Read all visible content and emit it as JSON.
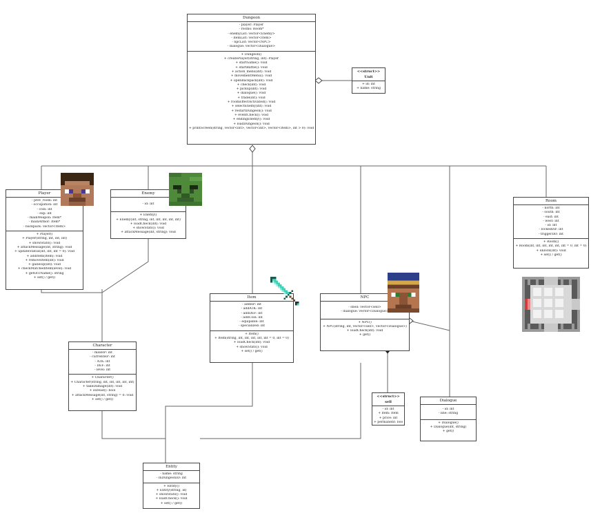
{
  "classes": {
    "dungeon": {
      "name": "Dungeon",
      "attributes": [
        "- player: Player",
        "- rooms: Room*",
        "- enemyList: vector<Enemy>",
        "- itemList: vector<Item>",
        "- npcList: vector<NPC>",
        "- dialogue: vector<Dialogue>"
      ],
      "methods": [
        "+ Dungeon()",
        "+ createPlayer(string, int): Player",
        "+ startGame(): void",
        "+ startBattle(): void",
        "+ action_menu(int): void",
        "+ movementMenu(): void",
        "+ openBackpack(int): void",
        "+ check(int): void",
        "+ pickup(int): void",
        "+ dialogue(): void",
        "+ trade(int): void",
        "+ roomEffectActivated(): void",
        "+ selectEnemy(int): void",
        "+ restartDungeon(): void",
        "+ eventCheck(): void",
        "+ endingEnemy(): void",
        "+ loadDungeon(): void",
        "+ printScreen(string, vector<int>, vector<int>, vector<Item>, int > 0): void"
      ]
    },
    "unit": {
      "stereotype": "<<struct>>",
      "name": "Unit",
      "attributes": [
        "+ id: int",
        "+ name: string"
      ]
    },
    "player": {
      "name": "Player",
      "attributes": [
        "- prev_room: int",
        "- occupation: int",
        "- coin: int",
        "- exp: int",
        "- mainWeapon: Item*",
        "- mainArmor: Item*",
        "- backpack: vector<Item>"
      ],
      "methods": [
        "+ Player()",
        "+ Player(string, int, int, int)",
        "+ showStats(): void",
        "+ attackMessage(int, string): void",
        "+ updateStatus(int, int, int = 0): void",
        "+ addItem(Item): void",
        "+ removeItem(int): void",
        "+ gainExp(int): void",
        "+ checkMatchedItem(level): void",
        "+ getOccName(): string",
        "+ set() / get()"
      ]
    },
    "enemy": {
      "name": "Enemy",
      "attributes": [
        "- id: int"
      ],
      "methods": [
        "+ Enemy()",
        "+ Enemy(int, string, int, int, int, int, int)",
        "+ loadCheck(int): void",
        "+ showStats(): void",
        "+ attackMessage(int, string): void"
      ]
    },
    "room": {
      "name": "Room",
      "attributes": [
        "- north: int",
        "- south: int",
        "- east: int",
        "- west: int",
        "- id: int",
        "- lockedDir: int",
        "- triggerDir: int"
      ],
      "methods": [
        "+ Room()",
        "+ Room(int, int, int, int, int, int = 0, int = 0)",
        "+ unlock(int): void",
        "+ set() / get()"
      ]
    },
    "item": {
      "name": "Item",
      "attributes": [
        "- addHP: int",
        "- addATK: int",
        "- addDEF: int",
        "- addCoin: int",
        "- equipable: int",
        "- specialized: int"
      ],
      "methods": [
        "+ Item()",
        "+ Item(string, int, int, int, int, int = 0, int = 0)",
        "+ loadCheck(int): void",
        "+ showStats(): void",
        "+ set() / get()"
      ]
    },
    "npc": {
      "name": "NPC",
      "attributes": [
        "- shell: vector<sell>",
        "- dialogue: vector<Dialogue>"
      ],
      "methods": [
        "+ NPC()",
        "+ NPC(string, int, vector<sell>, vector<Dialogue>)",
        "+ loadCheck(int): void",
        "+ get()"
      ]
    },
    "character": {
      "name": "Character",
      "attributes": [
        "- maxHP: int",
        "- currentHP: int",
        "- ATK: int",
        "- DEF: int",
        "- level: int"
      ],
      "methods": [
        "+ Character()",
        "+ Character(string, int, int, int, int, int)",
        "+ takeDamage(int): void",
        "+ isDead(): bool",
        "+ attackMessage(int, string) = 0: void",
        "+ set() / get()"
      ]
    },
    "sell": {
      "stereotype": "<<struct>>",
      "name": "sell",
      "attributes": [
        "- id: int",
        "+ item: Item",
        "+ price: int",
        "+ permanent: bool"
      ]
    },
    "dialogue": {
      "name": "Dialogue",
      "attributes": [
        "- id: int",
        "- line: string"
      ],
      "methods": [
        "+ Dialogue()",
        "+ Dialogue(int, string)",
        "+ get()"
      ]
    },
    "entity": {
      "name": "Entity",
      "attributes": [
        "- name: string",
        "- inDungeonID: int"
      ],
      "methods": [
        "+ Entity()",
        "+ Entity(string, id)",
        "+ showStats(): void",
        "+ loadCheck(): void",
        "+ set() / get()"
      ]
    }
  },
  "sprites": {
    "player_face": "steve-face-icon",
    "enemy_face": "zombie-face-icon",
    "item_icon": "diamond-sword-icon",
    "npc_face": "villager-face-icon",
    "room_map": "dungeon-room-map-icon"
  },
  "colors": {
    "line": "#444444",
    "stroke": "#333333",
    "diamond_fill": "#ffffff"
  }
}
